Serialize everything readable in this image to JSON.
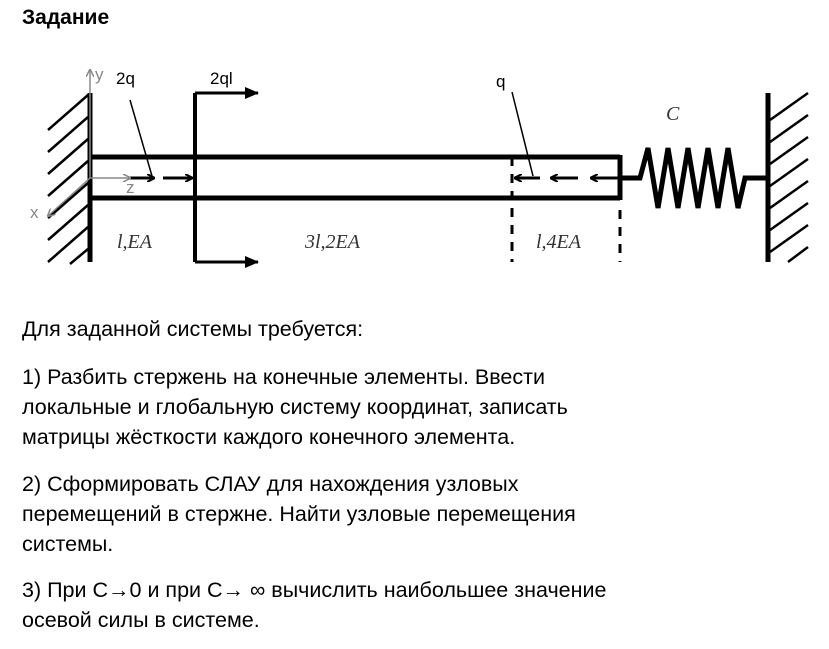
{
  "title": "Задание",
  "diagram": {
    "axes": {
      "y": "y",
      "z": "z",
      "x": "x"
    },
    "loads": {
      "distributed_left": "2q",
      "concentrated": "2ql",
      "distributed_right": "q"
    },
    "spring": "C",
    "segments": [
      "l,EA",
      "3l,2EA",
      "l,4EA"
    ]
  },
  "intro": "Для заданной системы требуется:",
  "tasks": [
    [
      "1) Разбить стержень на конечные элементы. Ввести",
      "локальные и глобальную систему координат, записать",
      "матрицы жёсткости каждого конечного элемента."
    ],
    [
      "2) Сформировать СЛАУ для нахождения узловых",
      "перемещений в стержне. Найти узловые перемещения",
      "системы."
    ],
    [
      "3) При С→0 и при С→ ∞ вычислить наибольшее значение",
      "осевой силы в системе."
    ]
  ]
}
